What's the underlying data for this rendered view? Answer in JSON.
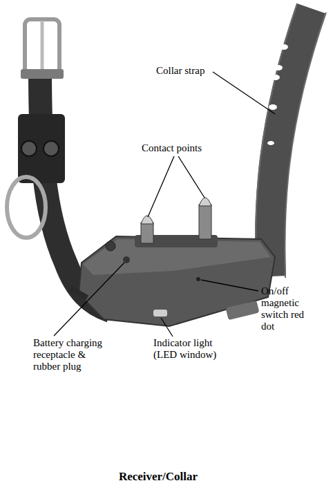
{
  "diagram": {
    "caption": "Receiver/Collar",
    "labels": [
      "Collar strap",
      "Contact points",
      "On/off magnetic switch red dot",
      "Battery charging receptacle & rubber plug",
      "Indicator light (LED window)"
    ]
  }
}
